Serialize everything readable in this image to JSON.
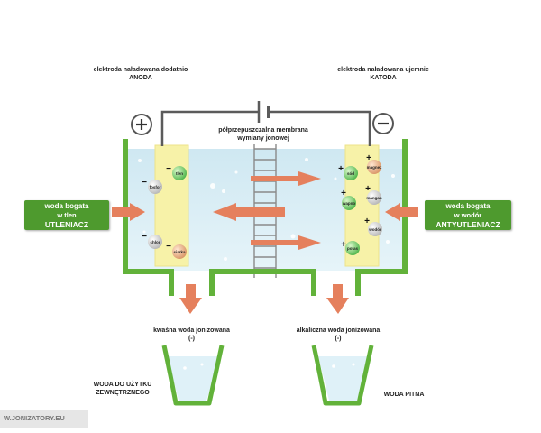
{
  "labels": {
    "anode_title_line1": "elektroda naładowana dodatnio",
    "anode_title_line2": "ANODA",
    "cathode_title_line1": "elektroda naładowana ujemnie",
    "cathode_title_line2": "KATODA",
    "membrane_line1": "półprzepuszczalna membrana",
    "membrane_line2": "wymiany jonowej",
    "left_input_line1": "woda bogata",
    "left_input_line2": "w tlen",
    "left_input_line3": "UTLENIACZ",
    "right_input_line1": "woda bogata",
    "right_input_line2": "w wodór",
    "right_input_line3": "ANTYUTLENIACZ",
    "acid_output_line1": "kwaśna woda jonizowana",
    "acid_output_line2": "(-)",
    "alkaline_output_line1": "alkaliczna woda jonizowana",
    "alkaline_output_line2": "(-)",
    "external_use_line1": "WODA DO UŻYTKU",
    "external_use_line2": "ZEWNĘTRZNEGO",
    "drinking_water": "WODA PITNA",
    "footer": "W.JONIZATORY.EU"
  },
  "anode_ions": [
    {
      "id": "tlen",
      "label": "tlen",
      "color": "#5cc65a"
    },
    {
      "id": "fosfor",
      "label": "fosfor",
      "color": "#c8c8c8"
    },
    {
      "id": "chlor",
      "label": "chlor",
      "color": "#c8c8c8"
    },
    {
      "id": "siarka",
      "label": "siarka",
      "color": "#e0a070"
    }
  ],
  "cathode_ions": [
    {
      "id": "sod",
      "label": "sód",
      "color": "#5cc65a"
    },
    {
      "id": "magnez-top",
      "label": "magnez",
      "color": "#e0a070"
    },
    {
      "id": "wapno",
      "label": "wapno",
      "color": "#5cc65a"
    },
    {
      "id": "mangan",
      "label": "mangan",
      "color": "#c8c8c8"
    },
    {
      "id": "wodor",
      "label": "wodór",
      "color": "#c8c8c8"
    },
    {
      "id": "potas",
      "label": "potas",
      "color": "#5cc65a"
    }
  ],
  "symbols": {
    "plus": "+",
    "minus": "−"
  },
  "colors": {
    "tank_green": "#62b23a",
    "water": "#d3ebf3",
    "electrode": "#f7f2a8",
    "arrow": "#e5805d",
    "wire": "#5b5b5b",
    "side_box": "#4e9a2e"
  }
}
